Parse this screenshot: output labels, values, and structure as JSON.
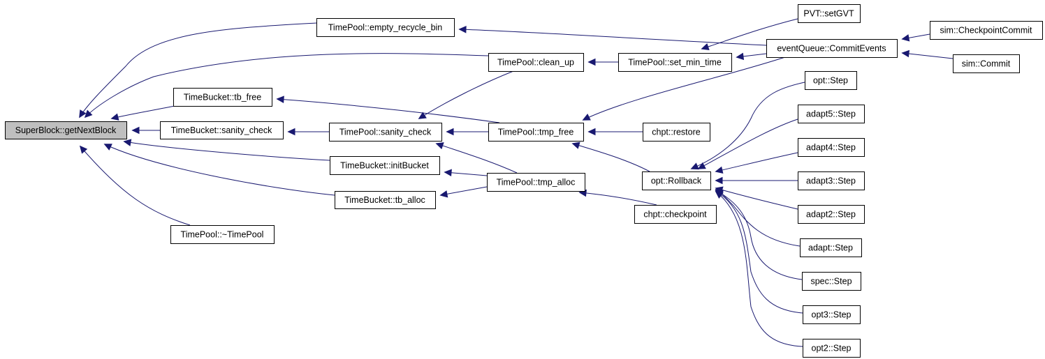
{
  "diagram": {
    "type": "caller-graph",
    "root": "SuperBlock::getNextBlock",
    "edge_color": "#191970",
    "root_fill": "#bfbfbf",
    "nodes": [
      {
        "id": "getNextBlock",
        "label": "SuperBlock::getNextBlock",
        "root": true
      },
      {
        "id": "empty_recycle_bin",
        "label": "TimePool::empty_recycle_bin"
      },
      {
        "id": "clean_up",
        "label": "TimePool::clean_up"
      },
      {
        "id": "tb_free",
        "label": "TimeBucket::tb_free"
      },
      {
        "id": "tb_sanity_check",
        "label": "TimeBucket::sanity_check"
      },
      {
        "id": "tp_sanity_check",
        "label": "TimePool::sanity_check"
      },
      {
        "id": "tmp_free",
        "label": "TimePool::tmp_free"
      },
      {
        "id": "initBucket",
        "label": "TimeBucket::initBucket"
      },
      {
        "id": "tmp_alloc",
        "label": "TimePool::tmp_alloc"
      },
      {
        "id": "tb_alloc",
        "label": "TimeBucket::tb_alloc"
      },
      {
        "id": "dtor",
        "label": "TimePool::~TimePool"
      },
      {
        "id": "set_min_time",
        "label": "TimePool::set_min_time"
      },
      {
        "id": "setGVT",
        "label": "PVT::setGVT"
      },
      {
        "id": "CommitEvents",
        "label": "eventQueue::CommitEvents"
      },
      {
        "id": "CheckpointCommit",
        "label": "sim::CheckpointCommit"
      },
      {
        "id": "Commit",
        "label": "sim::Commit"
      },
      {
        "id": "restore",
        "label": "chpt::restore"
      },
      {
        "id": "Rollback",
        "label": "opt::Rollback"
      },
      {
        "id": "checkpoint",
        "label": "chpt::checkpoint"
      },
      {
        "id": "opt_Step",
        "label": "opt::Step"
      },
      {
        "id": "adapt5_Step",
        "label": "adapt5::Step"
      },
      {
        "id": "adapt4_Step",
        "label": "adapt4::Step"
      },
      {
        "id": "adapt3_Step",
        "label": "adapt3::Step"
      },
      {
        "id": "adapt2_Step",
        "label": "adapt2::Step"
      },
      {
        "id": "adapt_Step",
        "label": "adapt::Step"
      },
      {
        "id": "spec_Step",
        "label": "spec::Step"
      },
      {
        "id": "opt3_Step",
        "label": "opt3::Step"
      },
      {
        "id": "opt2_Step",
        "label": "opt2::Step"
      }
    ],
    "edges": [
      {
        "from": "empty_recycle_bin",
        "to": "getNextBlock"
      },
      {
        "from": "clean_up",
        "to": "getNextBlock"
      },
      {
        "from": "tb_free",
        "to": "getNextBlock"
      },
      {
        "from": "tb_sanity_check",
        "to": "getNextBlock"
      },
      {
        "from": "initBucket",
        "to": "getNextBlock"
      },
      {
        "from": "tb_alloc",
        "to": "getNextBlock"
      },
      {
        "from": "dtor",
        "to": "getNextBlock"
      },
      {
        "from": "CommitEvents",
        "to": "empty_recycle_bin"
      },
      {
        "from": "set_min_time",
        "to": "clean_up"
      },
      {
        "from": "clean_up",
        "to": "tp_sanity_check"
      },
      {
        "from": "tmp_free",
        "to": "tb_free"
      },
      {
        "from": "tp_sanity_check",
        "to": "tb_sanity_check"
      },
      {
        "from": "tmp_free",
        "to": "tp_sanity_check"
      },
      {
        "from": "tmp_alloc",
        "to": "tp_sanity_check"
      },
      {
        "from": "tmp_alloc",
        "to": "initBucket"
      },
      {
        "from": "tmp_alloc",
        "to": "tb_alloc"
      },
      {
        "from": "setGVT",
        "to": "set_min_time"
      },
      {
        "from": "CommitEvents",
        "to": "set_min_time"
      },
      {
        "from": "CheckpointCommit",
        "to": "CommitEvents"
      },
      {
        "from": "Commit",
        "to": "CommitEvents"
      },
      {
        "from": "opt_Step",
        "to": "tmp_free"
      },
      {
        "from": "restore",
        "to": "tmp_free"
      },
      {
        "from": "Rollback",
        "to": "tmp_free"
      },
      {
        "from": "checkpoint",
        "to": "tmp_alloc"
      },
      {
        "from": "opt_Step",
        "to": "Rollback"
      },
      {
        "from": "adapt5_Step",
        "to": "Rollback"
      },
      {
        "from": "adapt4_Step",
        "to": "Rollback"
      },
      {
        "from": "adapt3_Step",
        "to": "Rollback"
      },
      {
        "from": "adapt2_Step",
        "to": "Rollback"
      },
      {
        "from": "adapt_Step",
        "to": "Rollback"
      },
      {
        "from": "spec_Step",
        "to": "Rollback"
      },
      {
        "from": "opt3_Step",
        "to": "Rollback"
      },
      {
        "from": "opt2_Step",
        "to": "Rollback"
      }
    ]
  }
}
